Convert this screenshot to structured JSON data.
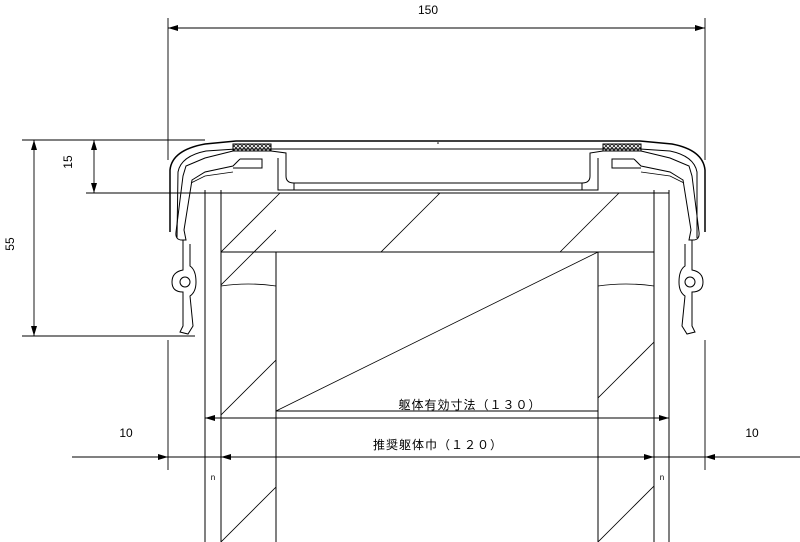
{
  "dimensions": {
    "top_width": "150",
    "left_height": "55",
    "left_inner_height": "15",
    "left_offset": "10",
    "right_offset": "10",
    "left_gap": "n",
    "right_gap": "n"
  },
  "labels": {
    "effective_size": "躯体有効寸法（１３０）",
    "recommended_width": "推奨躯体巾（１２０）"
  },
  "colors": {
    "line": "#000000",
    "background": "#ffffff"
  }
}
